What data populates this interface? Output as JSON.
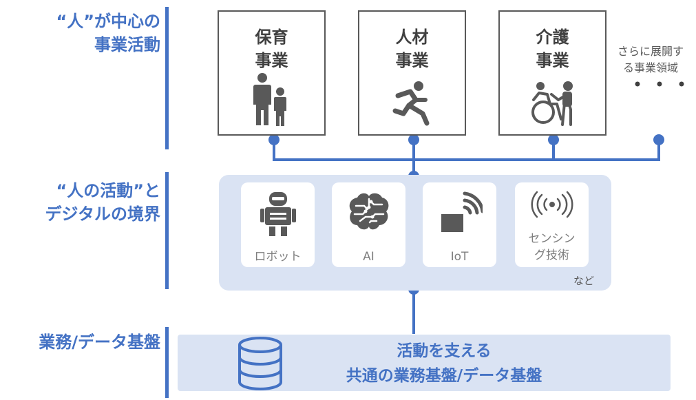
{
  "side_labels": {
    "top": [
      "“人”が中心の",
      "事業活動"
    ],
    "middle": [
      "“人の活動”と",
      "デジタルの境界"
    ],
    "bottom": "業務/データ基盤"
  },
  "businesses": [
    {
      "lines": [
        "保育",
        "事業"
      ],
      "icon": "parent-child-icon"
    },
    {
      "lines": [
        "人材",
        "事業"
      ],
      "icon": "running-person-icon"
    },
    {
      "lines": [
        "介護",
        "事業"
      ],
      "icon": "wheelchair-caregiver-icon"
    }
  ],
  "more": {
    "lines": [
      "さらに展開す",
      "る事業領域"
    ],
    "dots": "・・・"
  },
  "technologies": [
    {
      "lines": [
        "ロボット"
      ],
      "icon": "robot-icon"
    },
    {
      "lines": [
        "AI"
      ],
      "icon": "brain-icon"
    },
    {
      "lines": [
        "IoT"
      ],
      "icon": "iot-signal-icon"
    },
    {
      "lines": [
        "センシン",
        "グ技術"
      ],
      "icon": "sensing-waves-icon"
    }
  ],
  "technologies_note": "など",
  "base": {
    "lines": [
      "活動を支える",
      "共通の業務基盤/データ基盤"
    ],
    "icon": "database-icon"
  },
  "colors": {
    "accent": "#4472c4",
    "panel": "#dae3f3",
    "icon": "#595959",
    "border": "#595959"
  }
}
